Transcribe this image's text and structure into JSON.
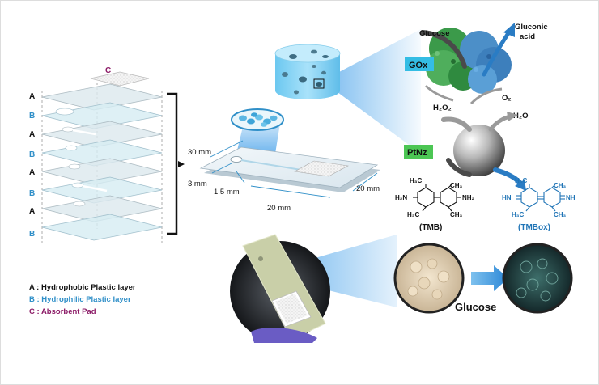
{
  "layers": {
    "labels": [
      "A",
      "B",
      "A",
      "B",
      "A",
      "B",
      "A",
      "B"
    ],
    "pad_label": "C"
  },
  "legend": {
    "a": "A : Hydrophobic Plastic layer",
    "b": "B : Hydrophilic Plastic layer",
    "c": "C : Absorbent Pad"
  },
  "device": {
    "dim_30": "30 mm",
    "dim_3": "3 mm",
    "dim_1_5": "1.5 mm",
    "dim_20a": "20 mm",
    "dim_20b": "20 mm"
  },
  "reaction": {
    "glucose": "Glucose",
    "gluconic_line1": "Gluconic",
    "gluconic_line2": "acid",
    "gox": "GOx",
    "o2": "O₂",
    "h2o2": "H₂O₂",
    "h2o": "H₂O",
    "ptnz": "PtNz"
  },
  "molecules": {
    "tmb_label": "(TMB)",
    "tmbox_label": "(TMBox)",
    "tmb_h3c_top": "H₃C",
    "tmb_ch3_top": "CH₃",
    "tmb_h2n": "H₂N",
    "tmb_nh2": "NH₂",
    "tmb_h3c_bot": "H₃C",
    "tmb_ch3_bot": "CH₃",
    "tmbox_h3c_top": "H₃C",
    "tmbox_ch3_top": "CH₃",
    "tmbox_hn": "HN",
    "tmbox_nh": "NH",
    "tmbox_h3c_bot": "H₃C",
    "tmbox_ch3_bot": "CH₃"
  },
  "photo": {
    "glucose_label": "Glucose"
  },
  "colors": {
    "gox_badge": "#34bde4",
    "ptnz_badge": "#4cc654",
    "hydrophilic_blue": "#2f8fc8",
    "pad_purple": "#8b1a66",
    "beam_blue": "#4aa3ea"
  }
}
